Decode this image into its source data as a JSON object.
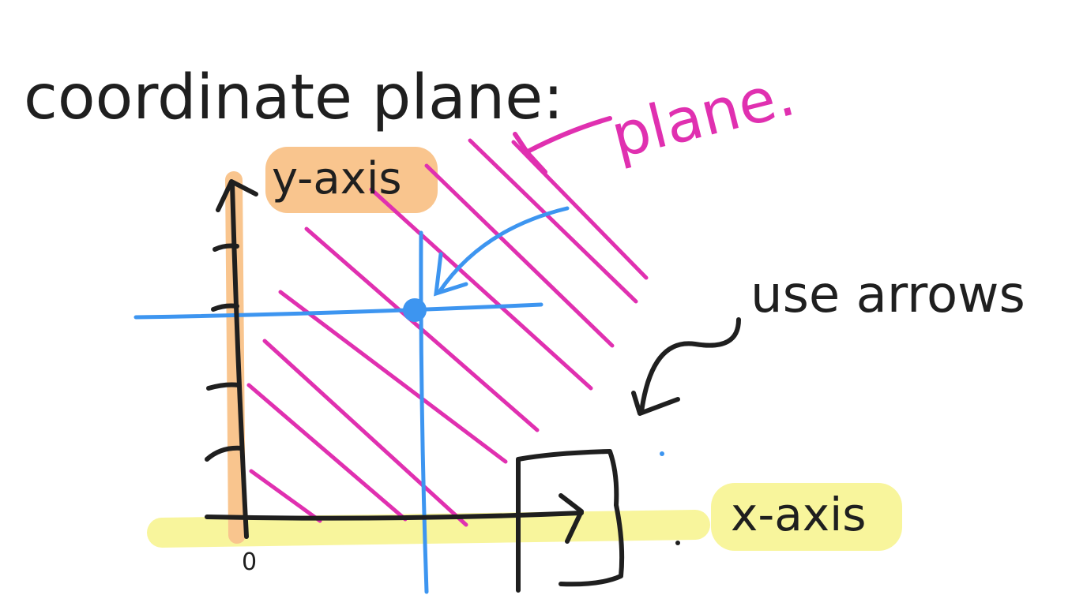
{
  "title": "coordinate plane:",
  "labels": {
    "plane": "plane.",
    "y_axis": "y-axis",
    "x_axis": "x-axis",
    "use_arrows": "use arrows",
    "origin": "0"
  },
  "colors": {
    "ink": "#1f1f1f",
    "pink": "#e030b0",
    "blue": "#3d95f0",
    "orange_highlight": "#f9c58e",
    "yellow_highlight": "#f8f59c"
  }
}
